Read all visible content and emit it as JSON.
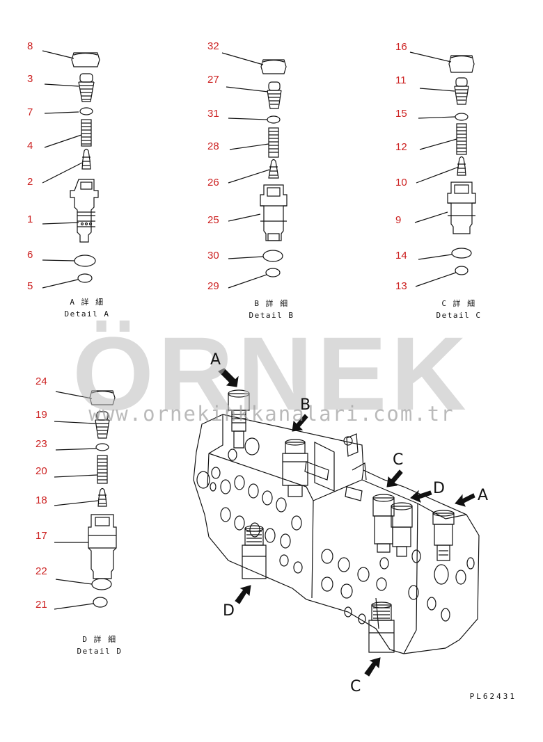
{
  "watermark": {
    "brand": "ÖRNEK",
    "url": "www.ornekinkkanalari.com.tr"
  },
  "drawing_code": "PL62431",
  "details": [
    {
      "id": "A",
      "caption_ja": "A 詳 細",
      "caption_en": "Detail A",
      "labels": [
        "8",
        "3",
        "7",
        "4",
        "2",
        "1",
        "6",
        "5"
      ]
    },
    {
      "id": "B",
      "caption_ja": "B 詳 細",
      "caption_en": "Detail B",
      "labels": [
        "32",
        "27",
        "31",
        "28",
        "26",
        "25",
        "30",
        "29"
      ]
    },
    {
      "id": "C",
      "caption_ja": "C 詳 細",
      "caption_en": "Detail C",
      "labels": [
        "16",
        "11",
        "15",
        "12",
        "10",
        "9",
        "14",
        "13"
      ]
    },
    {
      "id": "D",
      "caption_ja": "D 詳 細",
      "caption_en": "Detail D",
      "labels": [
        "24",
        "19",
        "23",
        "20",
        "18",
        "17",
        "22",
        "21"
      ]
    }
  ],
  "view_markers": [
    {
      "text": "A"
    },
    {
      "text": "B"
    },
    {
      "text": "C"
    },
    {
      "text": "D"
    },
    {
      "text": "A"
    },
    {
      "text": "D"
    },
    {
      "text": "C"
    }
  ]
}
